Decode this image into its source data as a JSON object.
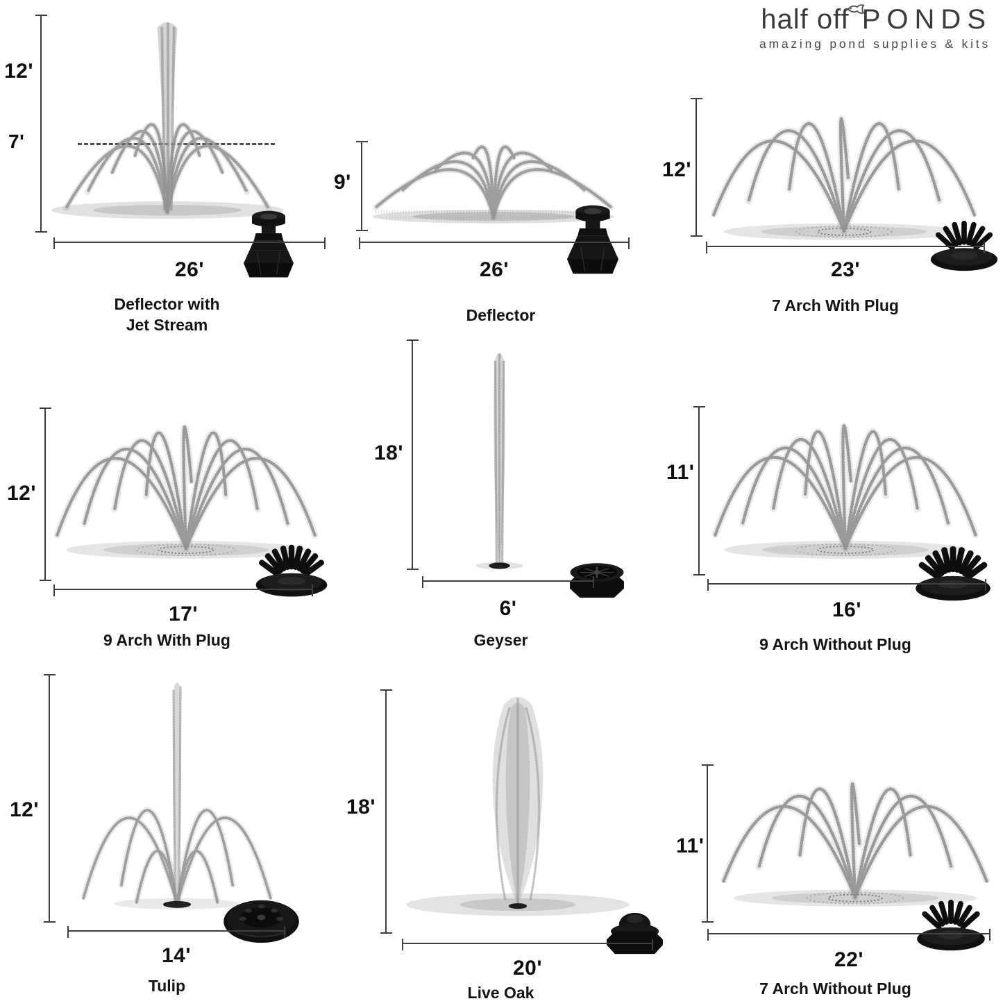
{
  "logo": {
    "brand_light": "half off ",
    "brand_bold": "PONDS",
    "tagline": "amazing pond supplies & kits"
  },
  "cells": [
    {
      "name": "Deflector with Jet Stream",
      "height": "12'",
      "height2": "7'",
      "width": "26'"
    },
    {
      "name": "Deflector",
      "height": "9'",
      "width": "26'"
    },
    {
      "name": "7 Arch With Plug",
      "height": "12'",
      "width": "23'"
    },
    {
      "name": "9 Arch With Plug",
      "height": "12'",
      "width": "17'"
    },
    {
      "name": "Geyser",
      "height": "18'",
      "width": "6'"
    },
    {
      "name": "9 Arch Without Plug",
      "height": "11'",
      "width": "16'"
    },
    {
      "name": "Tulip",
      "height": "12'",
      "width": "14'"
    },
    {
      "name": "Live Oak",
      "height": "18'",
      "width": "20'"
    },
    {
      "name": "7 Arch Without Plug",
      "height": "11'",
      "width": "22'"
    }
  ]
}
